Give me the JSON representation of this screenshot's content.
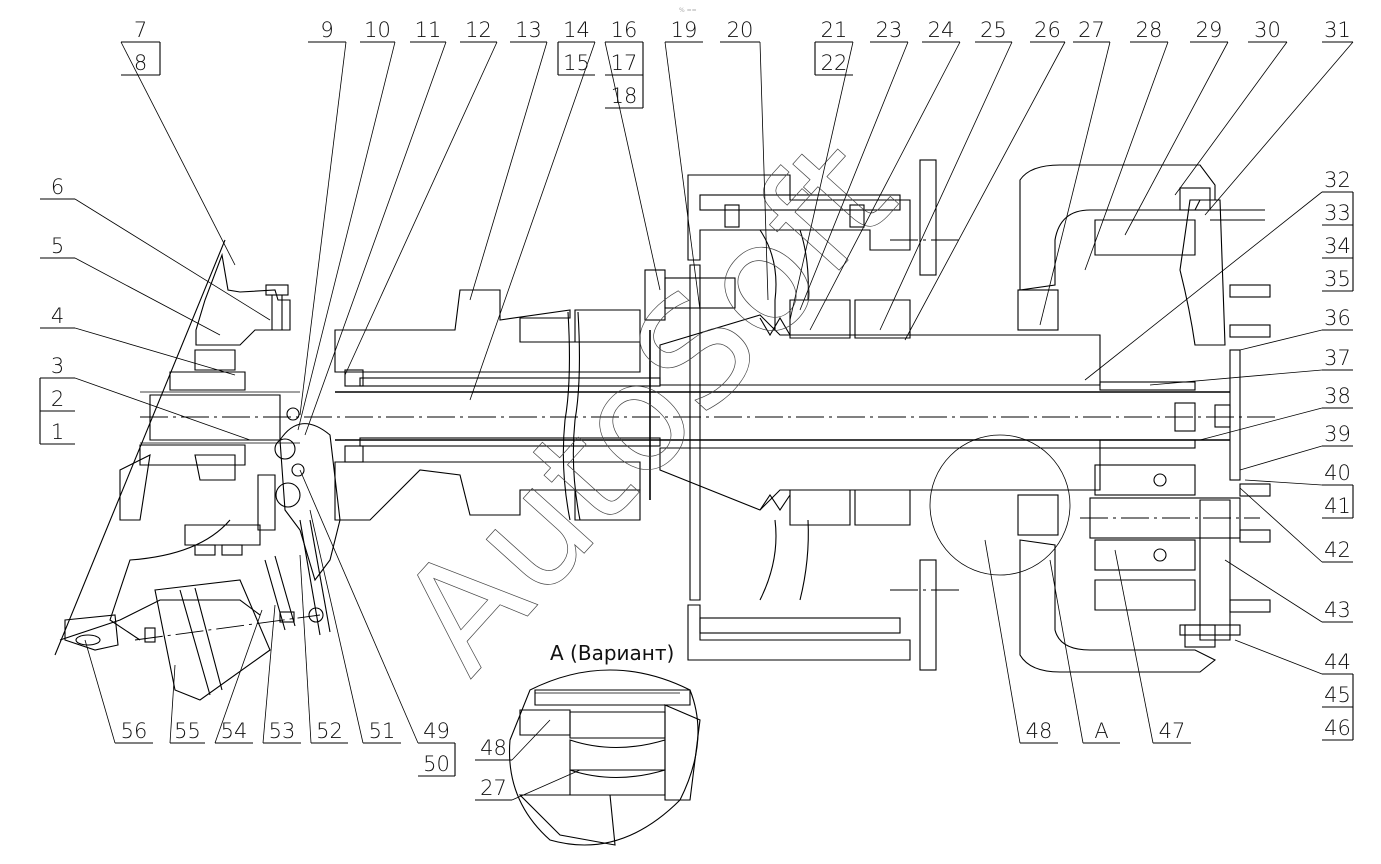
{
  "drawing": {
    "title": "Transmission assembly cross-section",
    "top_mark": "% ==",
    "watermark": "AutoSoft",
    "detail_view_title": "А (Вариант)",
    "section_marker": "A"
  },
  "callouts": {
    "top": [
      {
        "id": "7",
        "stack": [
          "7",
          "8"
        ]
      },
      {
        "id": "9",
        "stack": [
          "9"
        ]
      },
      {
        "id": "10",
        "stack": [
          "10"
        ]
      },
      {
        "id": "11",
        "stack": [
          "11"
        ]
      },
      {
        "id": "12",
        "stack": [
          "12"
        ]
      },
      {
        "id": "13",
        "stack": [
          "13"
        ]
      },
      {
        "id": "14",
        "stack": [
          "14",
          "15"
        ]
      },
      {
        "id": "16",
        "stack": [
          "16",
          "17",
          "18"
        ]
      },
      {
        "id": "19",
        "stack": [
          "19"
        ]
      },
      {
        "id": "20",
        "stack": [
          "20"
        ]
      },
      {
        "id": "21",
        "stack": [
          "21",
          "22"
        ]
      },
      {
        "id": "23",
        "stack": [
          "23"
        ]
      },
      {
        "id": "24",
        "stack": [
          "24"
        ]
      },
      {
        "id": "25",
        "stack": [
          "25"
        ]
      },
      {
        "id": "26",
        "stack": [
          "26"
        ]
      },
      {
        "id": "27",
        "stack": [
          "27"
        ]
      },
      {
        "id": "28",
        "stack": [
          "28"
        ]
      },
      {
        "id": "29",
        "stack": [
          "29"
        ]
      },
      {
        "id": "30",
        "stack": [
          "30"
        ]
      },
      {
        "id": "31",
        "stack": [
          "31"
        ]
      }
    ],
    "left": [
      {
        "id": "6",
        "stack": [
          "6"
        ]
      },
      {
        "id": "5",
        "stack": [
          "5"
        ]
      },
      {
        "id": "4",
        "stack": [
          "4"
        ]
      },
      {
        "id": "3",
        "stack": [
          "3",
          "2",
          "1"
        ]
      }
    ],
    "right": [
      {
        "id": "32",
        "stack": [
          "32",
          "33",
          "34",
          "35"
        ]
      },
      {
        "id": "36",
        "stack": [
          "36"
        ]
      },
      {
        "id": "37",
        "stack": [
          "37"
        ]
      },
      {
        "id": "38",
        "stack": [
          "38"
        ]
      },
      {
        "id": "39",
        "stack": [
          "39"
        ]
      },
      {
        "id": "40",
        "stack": [
          "40",
          "41"
        ]
      },
      {
        "id": "42",
        "stack": [
          "42"
        ]
      },
      {
        "id": "43",
        "stack": [
          "43"
        ]
      },
      {
        "id": "44",
        "stack": [
          "44",
          "45",
          "46"
        ]
      }
    ],
    "bottom": [
      {
        "id": "56",
        "stack": [
          "56"
        ]
      },
      {
        "id": "55",
        "stack": [
          "55"
        ]
      },
      {
        "id": "54",
        "stack": [
          "54"
        ]
      },
      {
        "id": "53",
        "stack": [
          "53"
        ]
      },
      {
        "id": "52",
        "stack": [
          "52"
        ]
      },
      {
        "id": "51",
        "stack": [
          "51"
        ]
      },
      {
        "id": "49",
        "stack": [
          "49",
          "50"
        ]
      },
      {
        "id": "48",
        "stack": [
          "48"
        ]
      },
      {
        "id": "A",
        "stack": [
          "A"
        ]
      },
      {
        "id": "47",
        "stack": [
          "47"
        ]
      }
    ],
    "detail": [
      {
        "id": "48",
        "stack": [
          "48"
        ]
      },
      {
        "id": "27",
        "stack": [
          "27"
        ]
      }
    ]
  }
}
